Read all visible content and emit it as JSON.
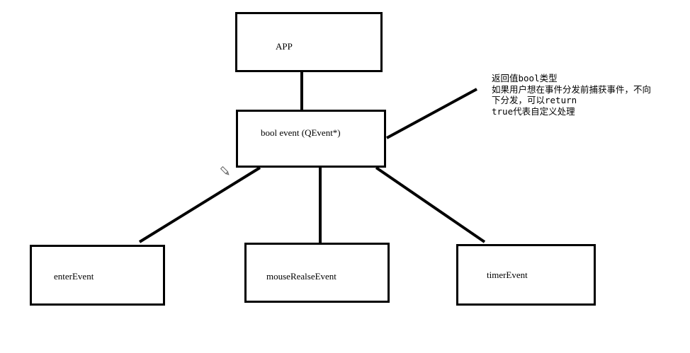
{
  "diagram": {
    "nodes": {
      "app": {
        "label": "APP"
      },
      "event": {
        "label": "bool event (QEvent*)"
      },
      "enter": {
        "label": "enterEvent"
      },
      "mouse": {
        "label": "mouseRealseEvent"
      },
      "timer": {
        "label": "timerEvent"
      }
    },
    "note": {
      "lines": [
        "返回值bool类型",
        "如果用户想在事件分发前捕获事件，不向",
        "下分发，可以return",
        "true代表自定义处理"
      ]
    },
    "icons": {
      "cursor": "pencil-icon"
    },
    "colors": {
      "stroke": "#000000",
      "background": "#ffffff"
    }
  }
}
